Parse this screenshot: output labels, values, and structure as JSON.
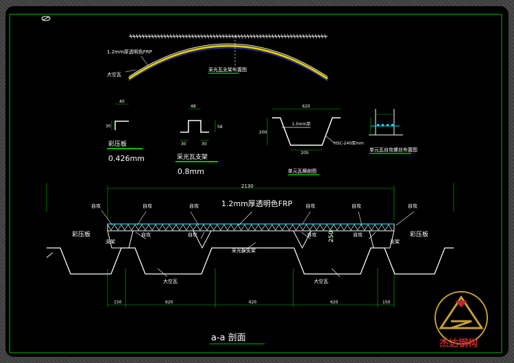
{
  "colors": {
    "background": "#000000",
    "steel": "#ffffff",
    "dimension": "#00d000",
    "frp": "#00e0ff",
    "arc_fill": "#e0d000",
    "logo": "#c0262c"
  },
  "top_arch": {
    "frp_label": "1.2mm厚透明色FRP",
    "tile_label": "大空瓦",
    "caption": "采光瓦支架布置图"
  },
  "profile_steel": {
    "name": "彩压板",
    "thickness": "0.426mm",
    "dim_w": "40",
    "dim_h": "30"
  },
  "profile_bracket": {
    "name": "采光瓦支架",
    "thickness": "0.8mm",
    "dim_top": "48",
    "dim_left": "30",
    "dim_right": "30",
    "dim_h": "58"
  },
  "profile_section": {
    "caption": "单元瓦横剖图",
    "dim_top": "620",
    "dim_bottom": "205",
    "dim_h": "200",
    "inner_label": "1.0mm厚",
    "side_label": "HSC-240厚mm"
  },
  "profile_bolt": {
    "caption": "单元瓦自攻螺丝布置图"
  },
  "main": {
    "dim_total": "2130",
    "frp_label": "1.2mm厚透明色FRP",
    "screw": "自攻",
    "left_panel": "彩压板",
    "right_panel": "彩压板",
    "bracket": "支架",
    "center_bracket": "采光板支架",
    "tile": "大空瓦",
    "dim_h": "250",
    "bottom_dims": [
      "150",
      "620",
      "620",
      "620",
      "150"
    ]
  },
  "section_title": "a-a  剖面",
  "logo": {
    "text": "杰达钢构"
  }
}
